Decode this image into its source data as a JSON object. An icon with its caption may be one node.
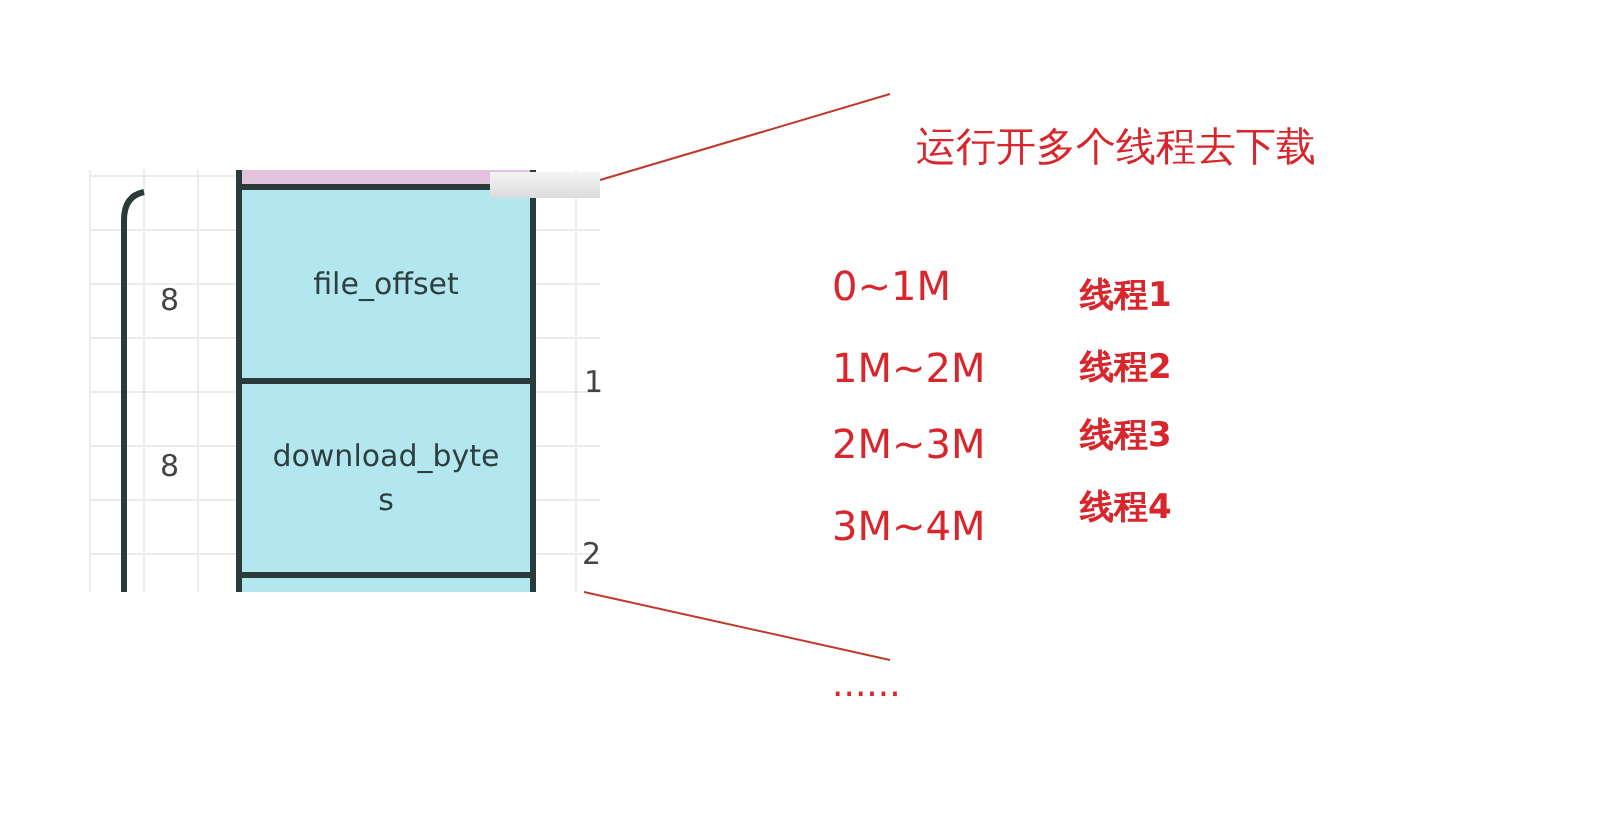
{
  "diagram": {
    "nodes": [
      {
        "text": [
          "file_offset"
        ]
      },
      {
        "text": [
          "download_bytes"
        ]
      },
      {
        "text": [],
        "shape": "box"
      }
    ],
    "labels": [
      "8",
      "8",
      "1",
      "2",
      "运行开多个线程去下载",
      "0~1M",
      "线程1",
      "1M~2M",
      "线程2",
      "2M~3M",
      "线程3",
      "3M~4M",
      "线程4",
      "......"
    ]
  }
}
